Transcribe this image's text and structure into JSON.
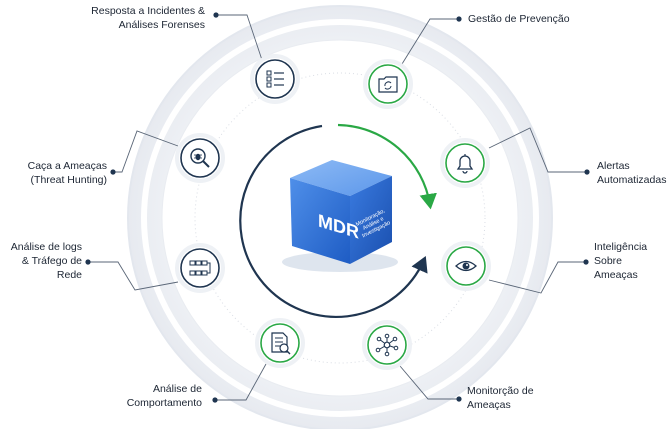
{
  "center": {
    "title": "MDR",
    "subtitle_lines": [
      "Monitoração,",
      "Análise e",
      "Investigação"
    ]
  },
  "colors": {
    "navy": "#1f3550",
    "green": "#2aa845",
    "cube_blue": "#2d6fd8",
    "dot": "#1f3550"
  },
  "nodes": [
    {
      "id": "resposta",
      "icon": "checklist-icon",
      "lines": [
        "Resposta a Incidentes &",
        "Análises Forenses"
      ]
    },
    {
      "id": "prevencao",
      "icon": "folder-sync-icon",
      "lines": [
        "Gestão de Prevenção"
      ]
    },
    {
      "id": "alertas",
      "icon": "bell-icon",
      "lines": [
        "Alertas",
        "Automatizadas"
      ]
    },
    {
      "id": "inteligencia",
      "icon": "eye-icon",
      "lines": [
        "Inteligência",
        "Sobre",
        "Ameaças"
      ]
    },
    {
      "id": "monitorcao",
      "icon": "network-icon",
      "lines": [
        "Monitorção de",
        "Ameaças"
      ]
    },
    {
      "id": "comportamento",
      "icon": "document-search-icon",
      "lines": [
        "Análise de",
        "Comportamento"
      ]
    },
    {
      "id": "logs",
      "icon": "flow-blocks-icon",
      "lines": [
        "Análise de logs",
        "& Tráfego de",
        "Rede"
      ]
    },
    {
      "id": "caca",
      "icon": "bug-search-icon",
      "lines": [
        "Caça a Ameaças",
        "(Threat Hunting)"
      ]
    }
  ]
}
